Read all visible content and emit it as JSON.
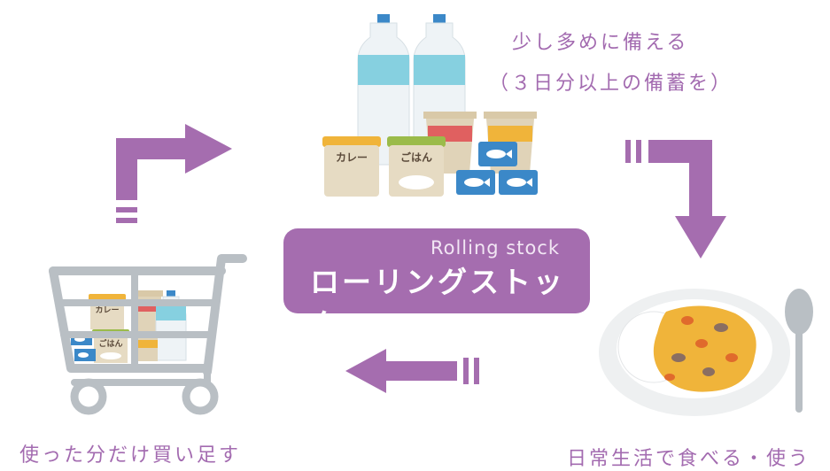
{
  "title": {
    "main": "ローリングストック",
    "sub": "Rolling stock"
  },
  "steps": {
    "stock": {
      "line1": "少し多めに備える",
      "line2": "（３日分以上の備蓄を）"
    },
    "use": "日常生活で食べる・使う",
    "buy": "使った分だけ買い足す"
  },
  "labels": {
    "curry": "カレー",
    "rice": "ごはん"
  },
  "colors": {
    "accent": "#a56daf",
    "arrow": "#a56daf",
    "text": "#a36bb0",
    "water_label": "#86d0e0",
    "can_blue": "#3b88c8",
    "curry_yellow": "#f0b43a",
    "cup_red": "#e06060",
    "cart_gray": "#b9bfc4"
  },
  "icons": [
    "water-bottle-icon",
    "curry-pack-icon",
    "rice-pack-icon",
    "fish-can-icon",
    "cup-noodle-icon",
    "shopping-cart-icon",
    "curry-plate-icon",
    "spoon-icon",
    "arrow-icon"
  ]
}
